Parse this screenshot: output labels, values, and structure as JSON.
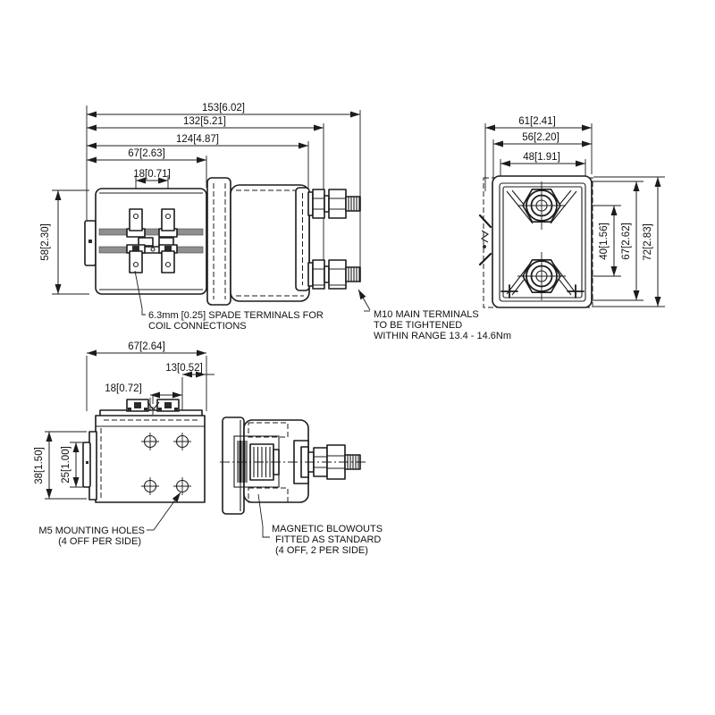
{
  "colors": {
    "line": "#1c1c1c",
    "stripe": "#8f8f8f",
    "background": "#ffffff"
  },
  "views": {
    "side": {
      "dims": {
        "overall_length": "153[6.02]",
        "to_outer_nut": "132[5.21]",
        "to_terminal_base": "124[4.87]",
        "coil_length": "67[2.63]",
        "spade_pitch": "18[0.71]",
        "coil_height": "58[2.30]"
      }
    },
    "end": {
      "dims": {
        "blowout_width": "61[2.41]",
        "body_width": "56[2.20]",
        "inner_width": "48[1.91]",
        "terminal_pitch": "40[1.56]",
        "inner_height": "67[2.62]",
        "overall_height": "72[2.83]"
      }
    },
    "top": {
      "dims": {
        "coil_length": "67[2.64]",
        "hole_to_edge": "13[0.52]",
        "hole_pitch": "18[0.72]",
        "mount_depth": "38[1.50]",
        "hole_row_pitch": "25[1.00]"
      }
    }
  },
  "annotations": {
    "spade_terminals": {
      "line1": "6.3mm [0.25] SPADE TERMINALS FOR",
      "line2": "COIL CONNECTIONS"
    },
    "main_terminals": {
      "line1": "M10 MAIN TERMINALS",
      "line2": "TO BE TIGHTENED",
      "line3": "WITHIN RANGE 13.4 - 14.6Nm"
    },
    "mounting_holes": {
      "line1": "M5 MOUNTING HOLES",
      "line2": "(4 OFF PER SIDE)"
    },
    "magnetic_blowouts": {
      "line1": "MAGNETIC BLOWOUTS",
      "line2": "FITTED AS STANDARD",
      "line3": "(4 OFF, 2 PER SIDE)"
    }
  }
}
